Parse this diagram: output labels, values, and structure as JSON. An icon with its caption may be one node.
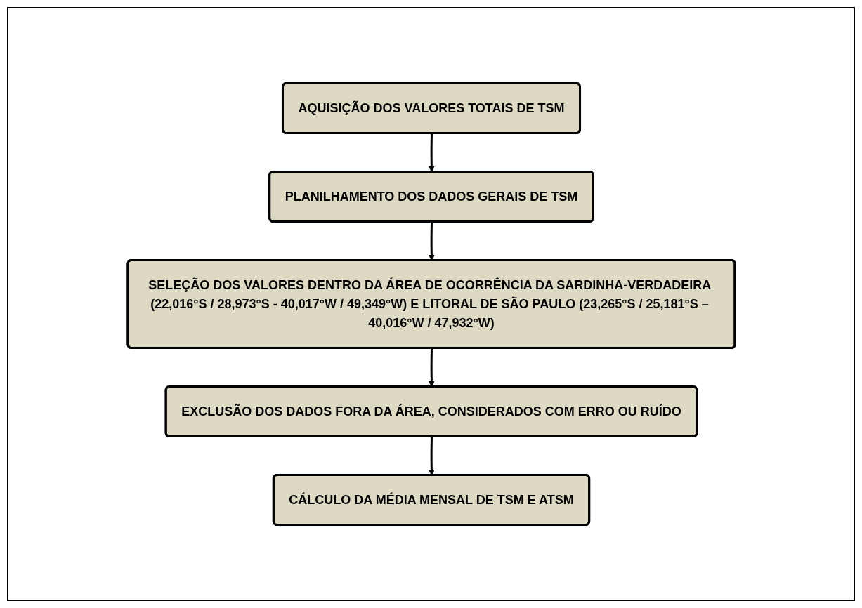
{
  "diagram": {
    "nodes": [
      {
        "text": [
          "AQUISIÇÃO DOS VALORES TOTAIS DE TSM"
        ]
      },
      {
        "text": [
          "PLANILHAMENTO DOS DADOS GERAIS DE TSM"
        ]
      },
      {
        "text": [
          "SELEÇÃO DOS VALORES DENTRO DA ÁREA DE OCORRÊNCIA DA SARDINHA-VERDADEIRA (22,016°S / 28,973°S - 40,017°W / 49,349°W) E LITORAL DE SÃO PAULO (23,265°S / 25,181°S – 40,016°W / 47,932°W)"
        ]
      },
      {
        "text": [
          "EXCLUSÃO DOS DADOS FORA DA ÁREA, CONSIDERADOS COM ERRO OU RUÍDO"
        ]
      },
      {
        "text": [
          "CÁLCULO DA MÉDIA MENSAL DE TSM E ATSM"
        ]
      }
    ],
    "edges": [
      {
        "from": 0,
        "to": 1,
        "arrow": "to"
      },
      {
        "from": 1,
        "to": 2,
        "arrow": "to"
      },
      {
        "from": 2,
        "to": 3,
        "arrow": "to"
      },
      {
        "from": 3,
        "to": 4,
        "arrow": "to"
      }
    ]
  }
}
